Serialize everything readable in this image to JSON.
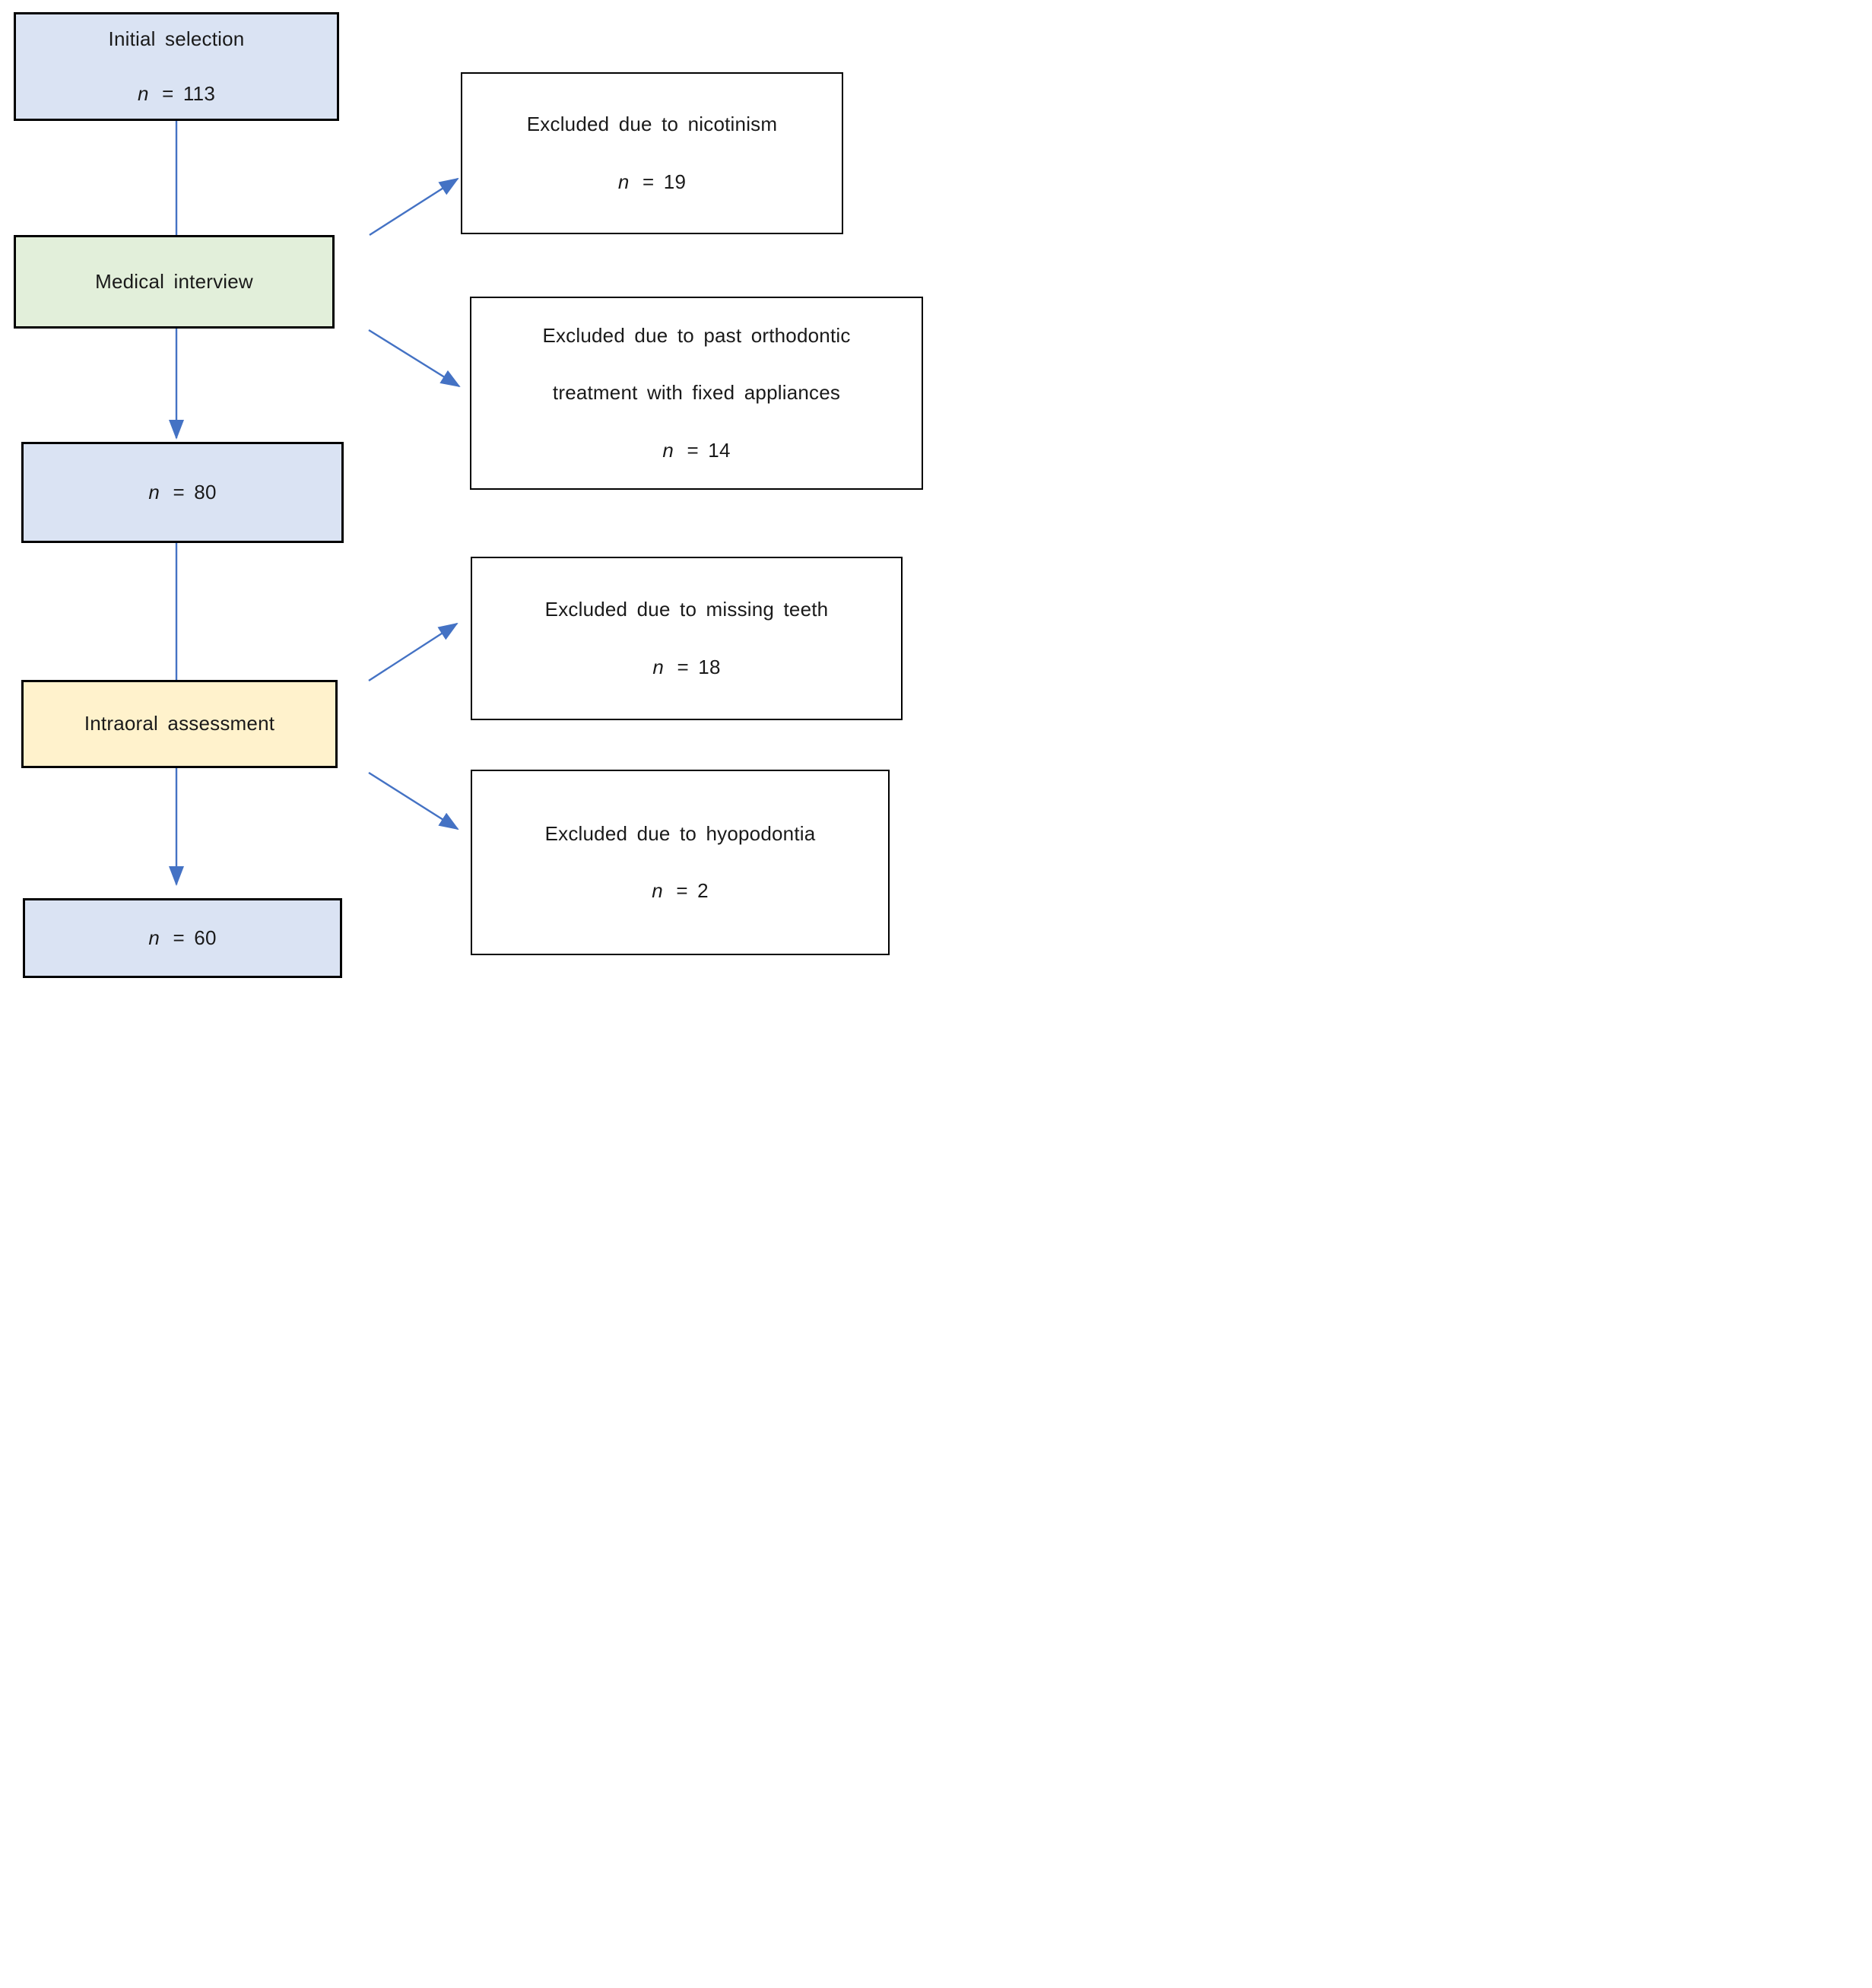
{
  "diagram": {
    "type": "flowchart",
    "boxes": {
      "initial": {
        "title": "Initial selection",
        "stat": {
          "var": "n",
          "rest": "= 113"
        }
      },
      "interview": {
        "title": "Medical interview"
      },
      "n80": {
        "stat": {
          "var": "n",
          "rest": "= 80"
        }
      },
      "intraoral": {
        "title": "Intraoral assessment"
      },
      "n60": {
        "stat": {
          "var": "n",
          "rest": "= 60"
        }
      },
      "nicotinism": {
        "lines": [
          "Excluded due to nicotinism"
        ],
        "stat": {
          "var": "n",
          "rest": "= 19"
        }
      },
      "orthodontic": {
        "lines": [
          "Excluded due to past orthodontic",
          "treatment with fixed appliances"
        ],
        "stat": {
          "var": "n",
          "rest": "= 14"
        }
      },
      "missing_teeth": {
        "lines": [
          "Excluded due to missing teeth"
        ],
        "stat": {
          "var": "n",
          "rest": "= 18"
        }
      },
      "hyopodontia": {
        "lines": [
          "Excluded due to hyopodontia"
        ],
        "stat": {
          "var": "n",
          "rest": "= 2"
        }
      }
    },
    "colors": {
      "box_blue": "#dae3f3",
      "box_green": "#e2efda",
      "box_yellow": "#fff2cc",
      "box_white": "#ffffff",
      "border": "#000000",
      "arrow": "#4472c4"
    }
  }
}
